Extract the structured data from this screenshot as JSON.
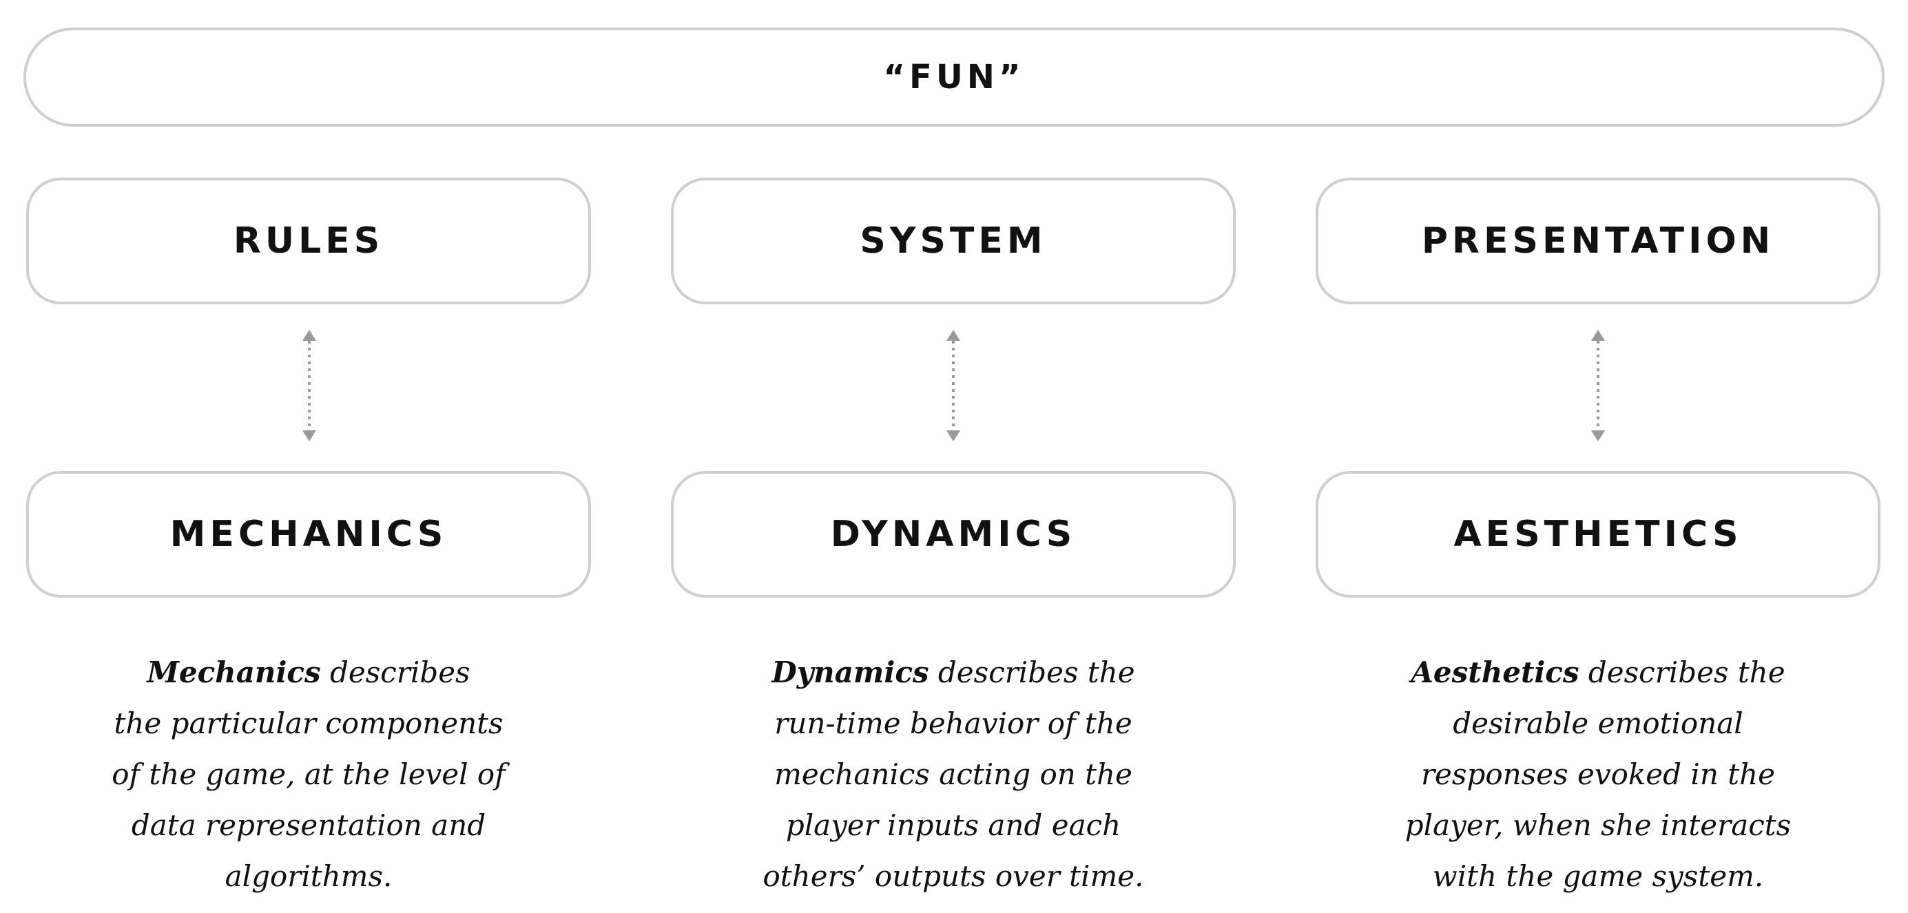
{
  "fun_label": "“FUN”",
  "columns": [
    {
      "top_label": "RULES",
      "bottom_label": "MECHANICS",
      "desc_term": "Mechanics",
      "desc_first_rest": " describes",
      "desc_lines": [
        "the particular components",
        "of the game, at the level of",
        "data representation and",
        "algorithms."
      ]
    },
    {
      "top_label": "SYSTEM",
      "bottom_label": "DYNAMICS",
      "desc_term": "Dynamics",
      "desc_first_rest": " describes the",
      "desc_lines": [
        "run-time behavior of the",
        "mechanics acting on the",
        "player inputs and each",
        "others’ outputs over time."
      ]
    },
    {
      "top_label": "PRESENTATION",
      "bottom_label": "AESTHETICS",
      "desc_term": "Aesthetics",
      "desc_first_rest": " describes the",
      "desc_lines": [
        "desirable emotional",
        "responses evoked in the",
        "player, when she interacts",
        "with the game system."
      ]
    }
  ],
  "colors": {
    "box_border": "#cfcfcf",
    "arrow": "#9a9a9a",
    "text": "#111111"
  }
}
